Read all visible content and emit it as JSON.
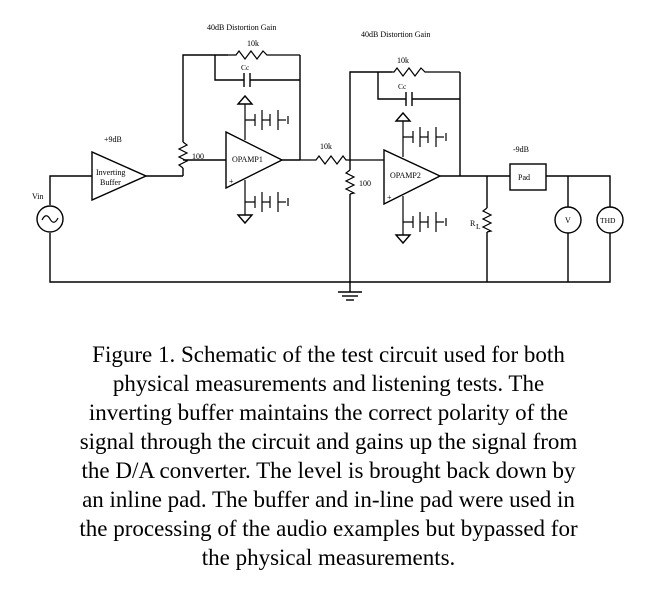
{
  "schematic": {
    "gain_label_1": "40dB Distortion Gain",
    "gain_label_2": "40dB Distortion Gain",
    "feedback_r_1": "10k",
    "feedback_r_2": "10k",
    "comp_cap_1": "Cc",
    "comp_cap_2": "Cc",
    "buffer_gain": "+9dB",
    "buffer_label_1": "Inverting",
    "buffer_label_2": "Buffer",
    "input_label": "Vin",
    "r_in_1": "100",
    "r_in_2": "100",
    "opamp_1": "OPAMP1",
    "opamp_2": "OPAMP2",
    "series_r": "10k",
    "pad_gain": "-9dB",
    "pad_label": "Pad",
    "load_label": "R",
    "load_sub": "L",
    "meter_v": "V",
    "meter_thd": "THD",
    "plus_sign": "+",
    "minus_sign": "-"
  },
  "caption": {
    "lines": [
      "Figure 1. Schematic of the test circuit used for both",
      "physical measurements and listening tests.  The",
      "inverting buffer maintains the correct polarity of the",
      "signal through the circuit and gains up the signal from",
      "the D/A converter.  The level is brought back down by",
      "an inline pad. The buffer and in-line pad were used in",
      "the processing of the audio examples but bypassed for",
      "the physical measurements."
    ]
  }
}
